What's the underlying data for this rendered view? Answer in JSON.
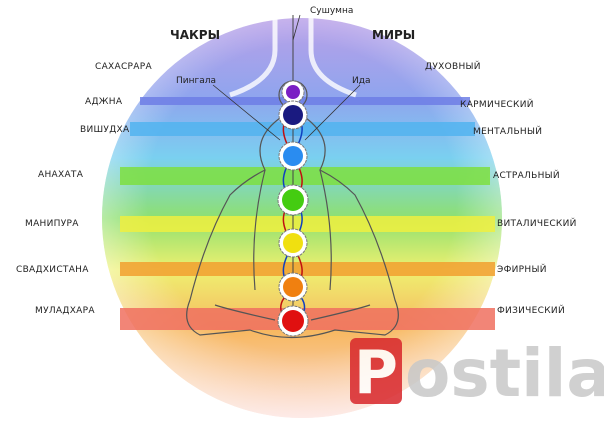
{
  "headers": {
    "chakras": "ЧАКРЫ",
    "worlds": "МИРЫ"
  },
  "channels": {
    "sushumna": "Сушумна",
    "pingala": "Пингала",
    "ida": "Ида"
  },
  "chakras": [
    {
      "name": "САХАСРАРА",
      "color": "#7a1fc4"
    },
    {
      "name": "АДЖНА",
      "color": "#1a1a80"
    },
    {
      "name": "ВИШУДХА",
      "color": "#2a8cf0"
    },
    {
      "name": "АНАХАТА",
      "color": "#44cc11"
    },
    {
      "name": "МАНИПУРА",
      "color": "#f0e010"
    },
    {
      "name": "СВАДХИСТАНА",
      "color": "#f08010"
    },
    {
      "name": "МУЛАДХАРА",
      "color": "#e01010"
    }
  ],
  "worlds": [
    "ДУХОВНЫЙ",
    "КАРМИЧЕСКИЙ",
    "МЕНТАЛЬНЫЙ",
    "АСТРАЛЬНЫЙ",
    "ВИТАЛИЧЕСКИЙ",
    "ЭФИРНЫЙ",
    "ФИЗИЧЕСКИЙ"
  ],
  "watermark": "postila"
}
